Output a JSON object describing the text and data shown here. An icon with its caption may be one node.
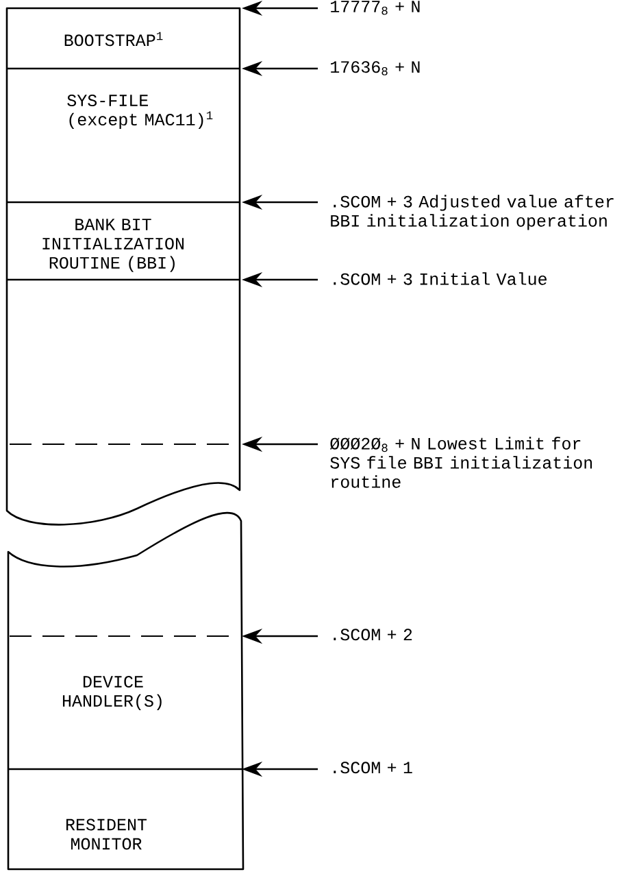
{
  "diagram": {
    "nodes": [
      {
        "text": [
          "BOOTSTRAP$^{1}$"
        ]
      },
      {
        "text": [
          "SYS-FILE (except MAC11)$^{1}$"
        ]
      },
      {
        "text": [
          "BANK BIT INITIALIZATION ROUTINE (BBI)"
        ]
      },
      {
        "text": [
          "DEVICE HANDLER(S)"
        ]
      },
      {
        "text": [
          "RESIDENT MONITOR"
        ]
      },
      {
        "text": [
          "17777$_{8}$ + N"
        ]
      },
      {
        "text": [
          "17636$_{8}$ + N"
        ]
      },
      {
        "text": [
          ".SCOM + 3 Adjusted value after BBI initialization operation"
        ]
      },
      {
        "text": [
          ".SCOM + 3 Initial Value"
        ]
      },
      {
        "text": [
          "ØØØ2Ø$_{8}$ + N Lowest Limit for SYS file BBI initialization routine"
        ]
      },
      {
        "text": [
          ".SCOM + 2"
        ]
      },
      {
        "text": [
          ".SCOM + 1"
        ]
      }
    ],
    "edges": [
      {
        "from": 5,
        "to": null,
        "arrow": "to"
      },
      {
        "from": 6,
        "to": null,
        "arrow": "to"
      },
      {
        "from": 7,
        "to": null,
        "arrow": "to"
      },
      {
        "from": 8,
        "to": null,
        "arrow": "to"
      },
      {
        "from": 9,
        "to": null,
        "arrow": "to"
      },
      {
        "from": 10,
        "to": null,
        "arrow": "to"
      },
      {
        "from": 11,
        "to": null,
        "arrow": "to"
      }
    ]
  }
}
